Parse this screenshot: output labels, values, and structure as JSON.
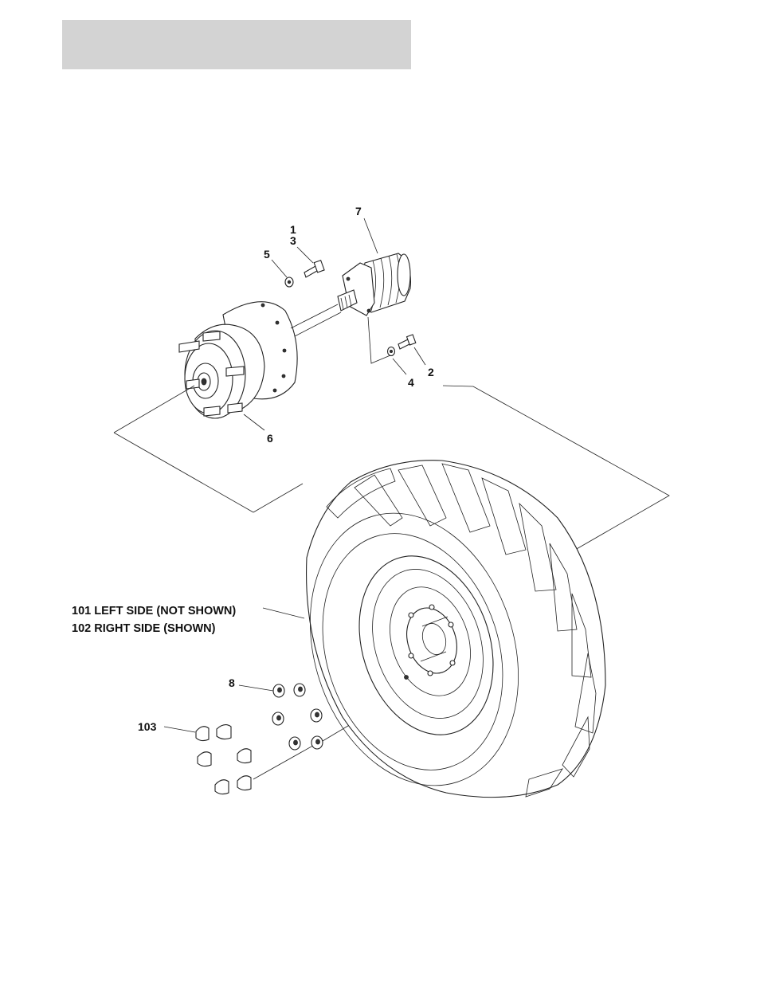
{
  "header": {
    "color": "#d3d3d3"
  },
  "callouts": {
    "c1": "1",
    "c2": "2",
    "c3": "3",
    "c4": "4",
    "c5": "5",
    "c6": "6",
    "c7": "7",
    "c8": "8",
    "c103": "103",
    "wheel_left": "101 LEFT SIDE (NOT SHOWN)",
    "wheel_right": "102 RIGHT SIDE (SHOWN)"
  },
  "icons": {
    "hub": "wheel-hub-icon",
    "motor": "drive-motor-icon",
    "wheel": "tire-wheel-icon",
    "lug_nut": "lug-nut-icon",
    "cap": "lug-cap-icon"
  }
}
